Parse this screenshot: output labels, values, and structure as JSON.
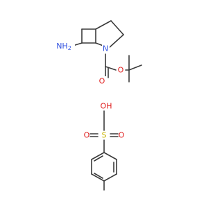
{
  "colors": {
    "bond": "#3a3a3a",
    "nitrogen": "#3050e0",
    "oxygen": "#e02020",
    "sulfur": "#c8b400",
    "background": "#ffffff"
  },
  "molecule_1": {
    "labels": {
      "amine": "NH",
      "amine_subscript": "2",
      "ring_nitrogen": "N",
      "carbonyl_oxygen": "O",
      "ester_oxygen": "O"
    }
  },
  "molecule_2": {
    "labels": {
      "hydroxyl": "OH",
      "sulfur": "S",
      "sulfonyl_oxygen_left": "O",
      "sulfonyl_oxygen_right": "O"
    }
  }
}
